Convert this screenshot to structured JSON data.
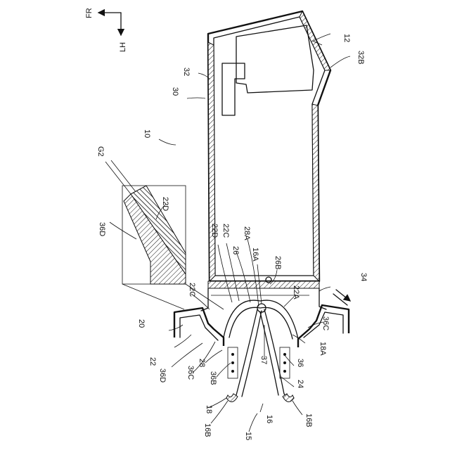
{
  "orientation": {
    "fr": "FR",
    "lh": "LH"
  },
  "labels": {
    "n10": "10",
    "n12": "12",
    "n15": "15",
    "n16": "16",
    "n16A": "16A",
    "n16B_left": "16B",
    "n16B_right": "16B",
    "n18": "18",
    "n18A": "18A",
    "n20": "20",
    "n22": "22",
    "n22A": "22A",
    "n22C_inset": "22C",
    "n22C_main": "22C",
    "n22D_inset": "22D",
    "n22D_main": "22D",
    "n24": "24",
    "n26": "26",
    "n26B": "26B",
    "n28": "28",
    "n28A": "28A",
    "n30": "30",
    "n32": "32",
    "n32B": "32B",
    "n34": "34",
    "n36": "36",
    "n36B": "36B",
    "n36C_left": "36C",
    "n36C_right": "36C",
    "n36D_inset": "36D",
    "n36D_main": "36D",
    "n37": "37",
    "nG2": "G2"
  }
}
